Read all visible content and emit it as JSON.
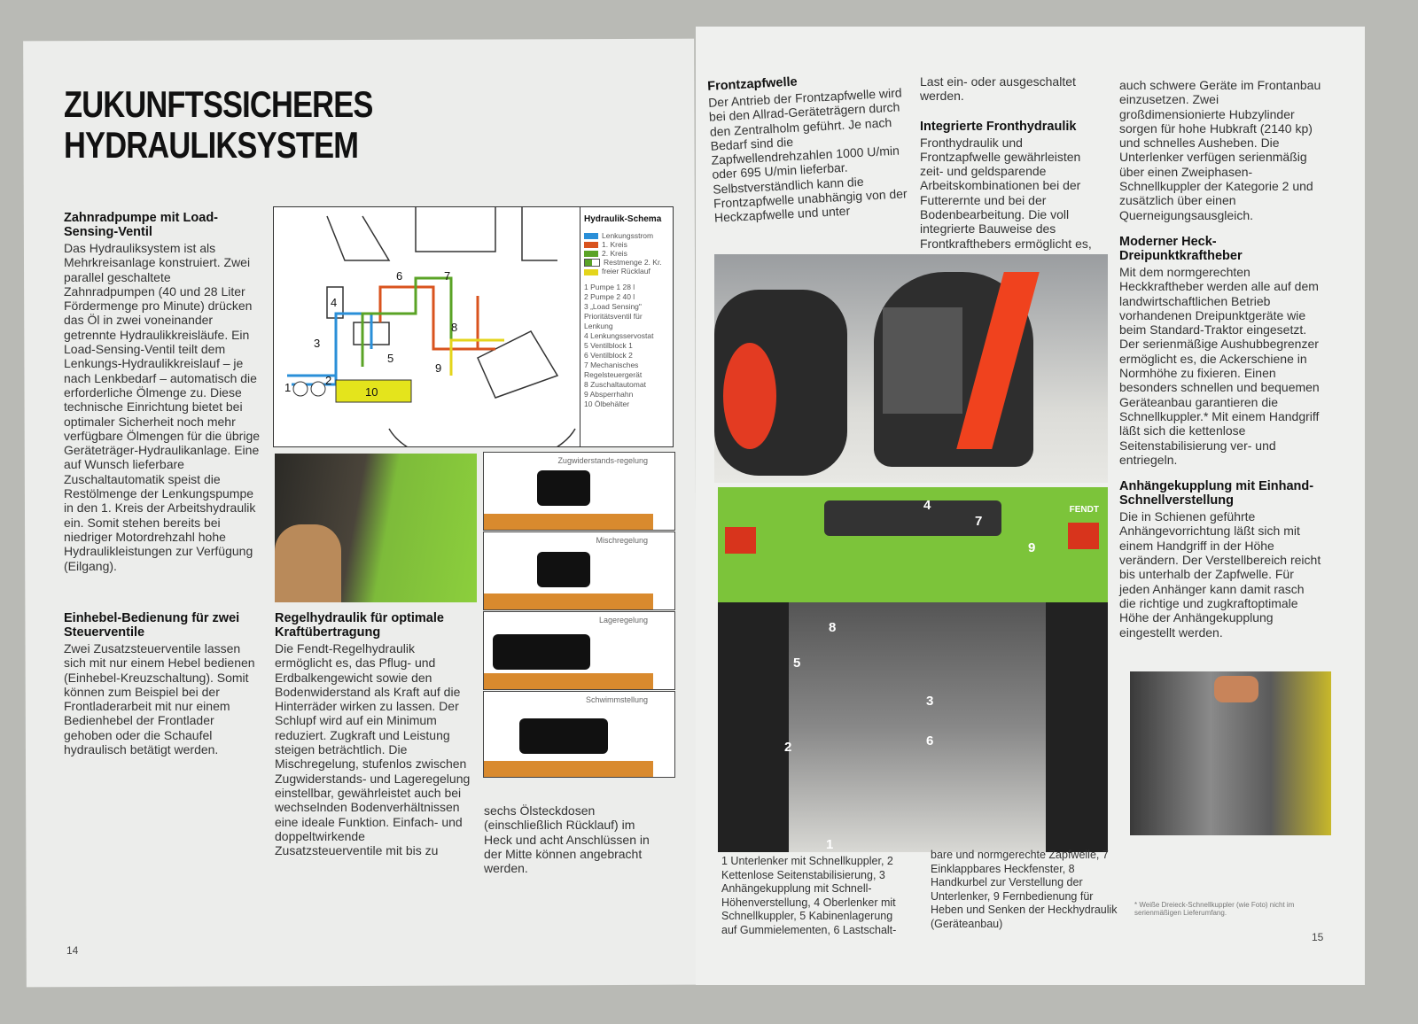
{
  "left_page": {
    "title_line1": "ZUKUNFTSSICHERES",
    "title_line2": "HYDRAULIKSYSTEM",
    "sections": [
      {
        "heading": "Zahnradpumpe mit Load-Sensing-Ventil",
        "text": "Das Hydrauliksystem ist als Mehrkreisanlage konstruiert. Zwei parallel geschaltete Zahnradpumpen (40 und 28 Liter Fördermenge pro Minute) drücken das Öl in zwei voneinander getrennte Hydraulikkreisläufe. Ein Load-Sensing-Ventil teilt dem Lenkungs-Hydraulikkreislauf – je nach Lenkbedarf – automatisch die erforderliche Ölmenge zu. Diese technische Einrichtung bietet bei optimaler Sicherheit noch mehr verfügbare Ölmengen für die übrige Geräteträger-Hydraulikanlage. Eine auf Wunsch lieferbare Zuschaltautomatik speist die Restölmenge der Lenkungspumpe in den 1. Kreis der Arbeitshydraulik ein. Somit stehen bereits bei niedriger Motordrehzahl hohe Hydraulikleistungen zur Verfügung (Eilgang)."
      },
      {
        "heading": "Einhebel-Bedienung für zwei Steuerventile",
        "text": "Zwei Zusatzsteuerventile lassen sich mit nur einem Hebel bedienen (Einhebel-Kreuzschaltung). Somit können zum Beispiel bei der Frontladerarbeit mit nur einem Bedienhebel der Frontlader gehoben oder die Schaufel hydraulisch betätigt werden."
      },
      {
        "heading": "Regelhydraulik für optimale Kraftübertragung",
        "text": "Die Fendt-Regelhydraulik ermöglicht es, das Pflug- und Erdbalkengewicht sowie den Bodenwiderstand als Kraft auf die Hinterräder wirken zu lassen. Der Schlupf wird auf ein Minimum reduziert. Zugkraft und Leistung steigen beträchtlich. Die Mischregelung, stufenlos zwischen Zugwiderstands- und Lageregelung einstellbar, gewährleistet auch bei wechselnden Bodenverhältnissen eine ideale Funktion. Einfach- und doppeltwirkende Zusatzsteuerventile mit bis zu"
      }
    ],
    "continued_text": "sechs Ölsteckdosen (einschließlich Rücklauf) im Heck und acht Anschlüssen in der Mitte können angebracht werden.",
    "schema": {
      "title": "Hydraulik-Schema",
      "legend": [
        {
          "label": "Lenkungsstrom",
          "color": "#2a8fd8"
        },
        {
          "label": "1. Kreis",
          "color": "#d9531e"
        },
        {
          "label": "2. Kreis",
          "color": "#5aa326"
        },
        {
          "label": "Restmenge 2. Kr.",
          "color": "#8bc34a"
        },
        {
          "label": "freier Rücklauf",
          "color": "#e4d51c"
        }
      ],
      "items": [
        "1 Pumpe 1 28 l",
        "2 Pumpe 2 40 l",
        "3 „Load Sensing\" Prioritätsventil für Lenkung",
        "4 Lenkungsservostat",
        "5 Ventilblock 1",
        "6 Ventilblock 2",
        "7 Mechanisches Regelsteuergerät",
        "8 Zuschaltautomat",
        "9 Absperrhahn",
        "10 Ölbehälter"
      ],
      "diagram_labels": [
        "1",
        "2",
        "3",
        "4",
        "5",
        "6",
        "7",
        "8",
        "9",
        "10"
      ]
    },
    "regulation_panels": [
      "Zugwiderstands-regelung",
      "Mischregelung",
      "Lageregelung",
      "Schwimmstellung"
    ],
    "page_number": "14"
  },
  "right_page": {
    "sections": [
      {
        "heading": "Frontzapfwelle",
        "text": "Der Antrieb der Frontzapfwelle wird bei den Allrad-Geräteträgern durch den Zentralholm geführt. Je nach Bedarf sind die Zapfwellendrehzahlen 1000 U/min oder 695 U/min lieferbar. Selbstverständlich kann die Frontzapfwelle unabhängig von der Heckzapfwelle und unter"
      },
      {
        "heading": "",
        "text": "Last ein- oder ausgeschaltet werden."
      },
      {
        "heading": "Integrierte Fronthydraulik",
        "text": "Fronthydraulik und Frontzapfwelle gewährleisten zeit- und geldsparende Arbeitskombinationen bei der Futterernte und bei der Bodenbearbeitung. Die voll integrierte Bauweise des Frontkrafthebers ermöglicht es,"
      },
      {
        "heading": "",
        "text": "auch schwere Geräte im Frontanbau einzusetzen. Zwei großdimensionierte Hubzylinder sorgen für hohe Hubkraft (2140 kp) und schnelles Ausheben. Die Unterlenker verfügen serienmäßig über einen Zweiphasen-Schnellkuppler der Kategorie 2 und zusätzlich über einen Querneigungsausgleich."
      },
      {
        "heading": "Moderner Heck-Dreipunktkraftheber",
        "text": "Mit dem normgerechten Heckkraftheber werden alle auf dem landwirtschaftlichen Betrieb vorhandenen Dreipunktgeräte wie beim Standard-Traktor eingesetzt. Der serienmäßige Aushubbegrenzer ermöglicht es, die Ackerschiene in Normhöhe zu fixieren. Einen besonders schnellen und bequemen Geräteanbau garantieren die Schnellkuppler.* Mit einem Handgriff läßt sich die kettenlose Seitenstabilisierung ver- und entriegeln."
      },
      {
        "heading": "Anhängekupplung mit Einhand-Schnellverstellung",
        "text": "Die in Schienen geführte Anhängevorrichtung läßt sich mit einem Handgriff in der Höhe verändern. Der Verstellbereich reicht bis unterhalb der Zapfwelle. Für jeden Anhänger kann damit rasch die richtige und zugkraftoptimale Höhe der Anhängekupplung eingestellt werden."
      }
    ],
    "caption_1": "1 Unterlenker mit Schnellkuppler, 2 Kettenlose Seitenstabilisierung, 3 Anhängekupplung mit Schnell-Höhenverstellung, 4 Oberlenker mit Schnellkuppler, 5 Kabinenlagerung auf Gummielementen, 6 Lastschalt-",
    "caption_2": "bare und normgerechte Zapfwelle, 7 Einklappbares Heckfenster, 8 Handkurbel zur Verstellung der Unterlenker, 9 Fernbedienung für Heben und Senken der Heckhydraulik (Geräteanbau)",
    "photo_labels": [
      "1",
      "2",
      "3",
      "4",
      "5",
      "6",
      "7",
      "8",
      "9"
    ],
    "brand": "FENDT",
    "footnote": "* Weiße Dreieck-Schnellkuppler (wie Foto) nicht im serienmäßigen Lieferumfang.",
    "page_number": "15"
  }
}
